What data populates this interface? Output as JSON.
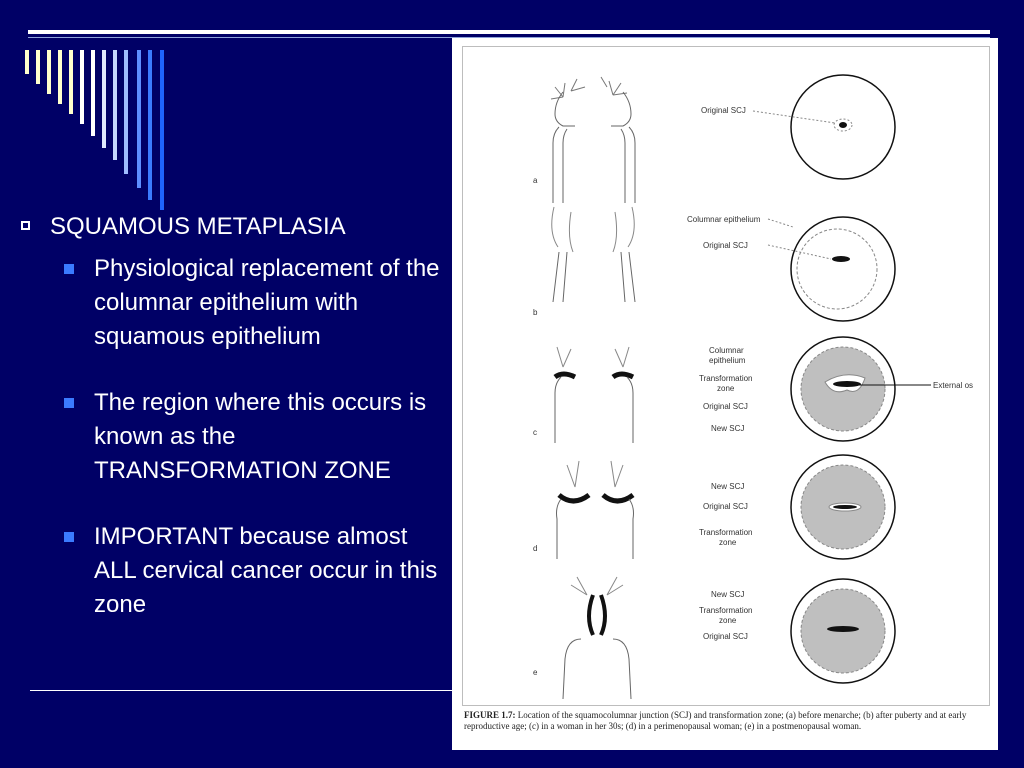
{
  "slide": {
    "bullets": [
      {
        "text": "SQUAMOUS METAPLASIA",
        "children": [
          "Physiological replacement of the columnar epithelium with squamous epithelium",
          "The region where this occurs is known as the TRANSFORMATION ZONE",
          "IMPORTANT because almost ALL cervical cancer occur in this zone"
        ]
      }
    ]
  },
  "figure": {
    "panels": [
      {
        "letter": "a",
        "labels": [
          "Original SCJ"
        ]
      },
      {
        "letter": "b",
        "labels": [
          "Columnar epithelium",
          "Original SCJ"
        ]
      },
      {
        "letter": "c",
        "labels": [
          "Columnar",
          "epithelium",
          "Transformation",
          "zone",
          "Original SCJ",
          "New SCJ",
          "External os"
        ]
      },
      {
        "letter": "d",
        "labels": [
          "New SCJ",
          "Original SCJ",
          "Transformation",
          "zone"
        ]
      },
      {
        "letter": "e",
        "labels": [
          "New SCJ",
          "Transformation",
          "zone",
          "Original SCJ"
        ]
      }
    ],
    "caption_label": "FIGURE 1.7:",
    "caption_text": " Location of the squamocolumnar junction (SCJ) and transformation zone; (a) before menarche; (b) after puberty and at early reproductive age; (c) in a woman in her 30s; (d) in a perimenopausal woman; (e) in a postmenopausal woman."
  },
  "colors": {
    "background": "#000066",
    "bullet_square": "#3b7bff",
    "text": "#ffffff",
    "zone_fill": "#bfbfbf"
  }
}
